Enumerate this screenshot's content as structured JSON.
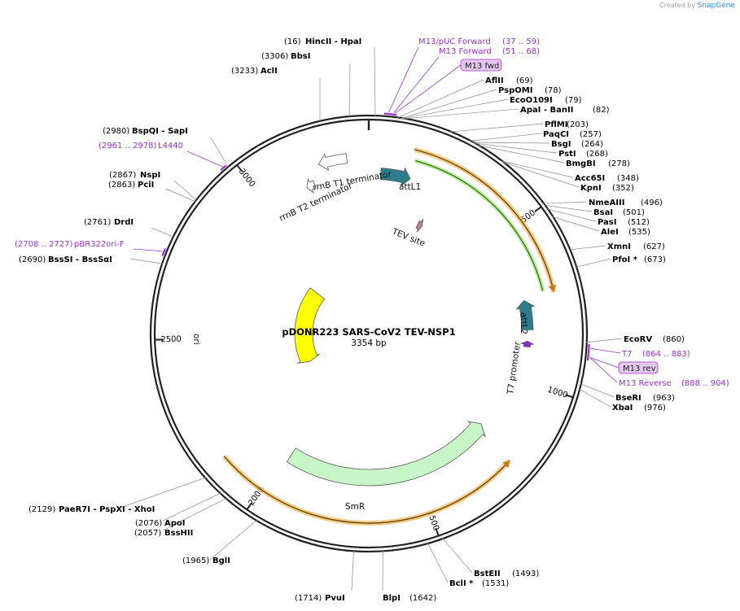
{
  "branding": {
    "prefix": "Created by",
    "name": "SnapGene"
  },
  "map": {
    "name": "pDONR223 SARS-CoV2 TEV-NSP1",
    "length_label": "3354 bp",
    "length": 3354,
    "ticks": [
      {
        "label": "500",
        "pos": 500
      },
      {
        "label": "1000",
        "pos": 1000
      },
      {
        "label": "1500",
        "pos": 1500
      },
      {
        "label": "2000",
        "pos": 2000
      },
      {
        "label": "2500",
        "pos": 2500
      },
      {
        "label": "3000",
        "pos": 3000
      }
    ],
    "features": [
      {
        "name": "attL1",
        "start": 40,
        "end": 140,
        "dir": 1,
        "color": "#2e7d8c",
        "label": "attL1"
      },
      {
        "name": "tev-site",
        "start": 225,
        "end": 246,
        "dir": 1,
        "color": "#c08090",
        "label": "TEV site"
      },
      {
        "name": "attL2",
        "start": 726,
        "end": 826,
        "dir": -1,
        "color": "#2e7d8c",
        "label": "attL2"
      },
      {
        "name": "t7-promoter",
        "start": 864,
        "end": 883,
        "dir": -1,
        "color": "#8a2be2",
        "label": "T7 promoter"
      },
      {
        "name": "smr",
        "start": 1200,
        "end": 1980,
        "dir": -1,
        "color": "#c8f5c8",
        "label": "SmR"
      },
      {
        "name": "ori",
        "start": 2280,
        "end": 2870,
        "dir": -1,
        "color": "#ffff00",
        "label": "ori"
      },
      {
        "name": "rrnb-t2-terminator",
        "start": 3140,
        "end": 3168,
        "dir": -1,
        "color": "#ffffff",
        "label": "rrnB T2 terminator"
      },
      {
        "name": "rrnb-t1-terminator",
        "start": 3200,
        "end": 3287,
        "dir": -1,
        "color": "#ffffff",
        "label": "rrnB T1 terminator"
      }
    ],
    "orfs": [
      {
        "start": 130,
        "end": 720,
        "dir": 1,
        "color": "#f2bb5e"
      },
      {
        "start": 1230,
        "end": 2140,
        "dir": -1,
        "color": "#f2bb5e"
      }
    ],
    "sites_right": [
      {
        "name": "AflII",
        "pos": "(69)"
      },
      {
        "name": "PspOMI",
        "pos": "(78)"
      },
      {
        "name": "EcoO109I",
        "pos": "(79)"
      },
      {
        "name": "ApaI  - BanII",
        "pos": "(82)"
      },
      {
        "name": "PflMI",
        "pos": "(203)"
      },
      {
        "name": "PaqCI",
        "pos": "(257)"
      },
      {
        "name": "BsgI",
        "pos": "(264)"
      },
      {
        "name": "PstI",
        "pos": "(268)"
      },
      {
        "name": "BmgBI",
        "pos": "(278)"
      },
      {
        "name": "Acc65I",
        "pos": "(348)"
      },
      {
        "name": "KpnI",
        "pos": "(352)"
      },
      {
        "name": "NmeAIII",
        "pos": "(496)"
      },
      {
        "name": "BsaI",
        "pos": "(501)"
      },
      {
        "name": "PasI",
        "pos": "(512)"
      },
      {
        "name": "AleI",
        "pos": "(535)"
      },
      {
        "name": "XmnI",
        "pos": "(627)"
      },
      {
        "name": "PfoI *",
        "pos": "(673)"
      },
      {
        "name": "EcoRV",
        "pos": "(860)"
      },
      {
        "name": "BseRI",
        "pos": "(963)"
      },
      {
        "name": "XbaI",
        "pos": "(976)"
      }
    ],
    "sites_left": [
      {
        "name": "HincII  - HpaI",
        "pos": "(16)"
      },
      {
        "name": "BbsI",
        "pos": "(3306)"
      },
      {
        "name": "AclI",
        "pos": "(3233)"
      },
      {
        "name": "BspQI  - SapI",
        "pos": "(2980)"
      },
      {
        "name": "NspI",
        "pos": "(2867)"
      },
      {
        "name": "PciI",
        "pos": "(2863)"
      },
      {
        "name": "DrdI",
        "pos": "(2761)"
      },
      {
        "name": "BssSI  - BssSαI",
        "pos": "(2690)"
      },
      {
        "name": "PaeR7I  - PspXI  - XhoI",
        "pos": "(2129)"
      },
      {
        "name": "ApoI",
        "pos": "(2076)"
      },
      {
        "name": "BssHII",
        "pos": "(2057)"
      },
      {
        "name": "BglI",
        "pos": "(1965)"
      },
      {
        "name": "PvuI",
        "pos": "(1714)"
      },
      {
        "name": "BlpI",
        "pos": "(1642)"
      },
      {
        "name": "BstEII",
        "pos": "(1493)"
      },
      {
        "name": "BclI *",
        "pos": "(1531)"
      }
    ],
    "primers": [
      {
        "name": "M13/pUC Forward",
        "range": "(37 .. 59)"
      },
      {
        "name": "M13 Forward",
        "range": "(51 .. 68)"
      },
      {
        "name": "M13 fwd",
        "range": ""
      },
      {
        "name": "L4440",
        "range": "(2961 .. 2978)"
      },
      {
        "name": "pBR322ori-F",
        "range": "(2708 .. 2727)"
      },
      {
        "name": "T7",
        "range": "(864 .. 883)"
      },
      {
        "name": "M13 rev",
        "range": ""
      },
      {
        "name": "M13 Reverse",
        "range": "(888 .. 904)"
      }
    ],
    "colors": {
      "backbone": "#222222",
      "primer": "#9932cc",
      "primer_box": "#e4c8ef",
      "leader": "#888888"
    }
  }
}
